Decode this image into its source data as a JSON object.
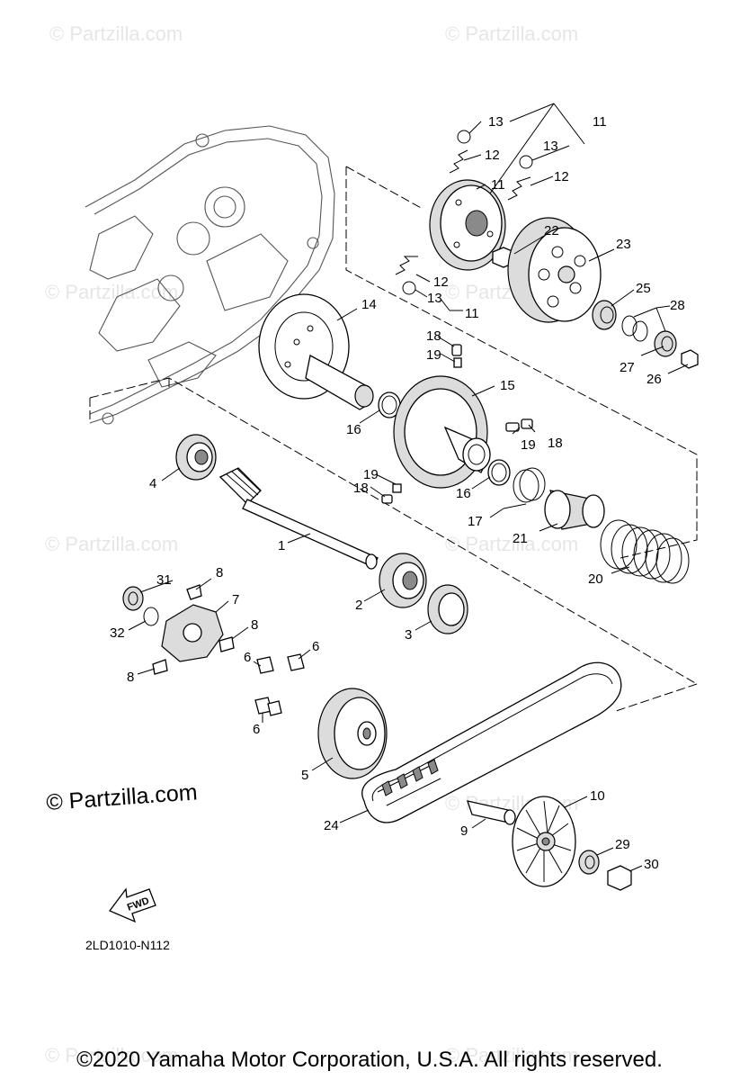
{
  "watermarks": {
    "small": "© Partzilla.com",
    "main": "© Partzilla.com"
  },
  "diagram_code": "2LD1010-N112",
  "fwd_label": "FWD",
  "footer": "©2020 Yamaha Motor Corporation, U.S.A. All rights reserved.",
  "callouts": {
    "c1": "1",
    "c2": "2",
    "c3": "3",
    "c4": "4",
    "c5": "5",
    "c6a": "6",
    "c6b": "6",
    "c6c": "6",
    "c7": "7",
    "c8a": "8",
    "c8b": "8",
    "c8c": "8",
    "c9": "9",
    "c10": "10",
    "c11a": "11",
    "c11b": "11",
    "c11c": "11",
    "c12a": "12",
    "c12b": "12",
    "c12c": "12",
    "c13a": "13",
    "c13b": "13",
    "c13c": "13",
    "c14": "14",
    "c15": "15",
    "c16a": "16",
    "c16b": "16",
    "c17": "17",
    "c18a": "18",
    "c18b": "18",
    "c18c": "18",
    "c19a": "19",
    "c19b": "19",
    "c19c": "19",
    "c20": "20",
    "c21": "21",
    "c22": "22",
    "c23": "23",
    "c24": "24",
    "c25": "25",
    "c26": "26",
    "c27": "27",
    "c28": "28",
    "c29": "29",
    "c30": "30",
    "c31": "31",
    "c32": "32"
  }
}
